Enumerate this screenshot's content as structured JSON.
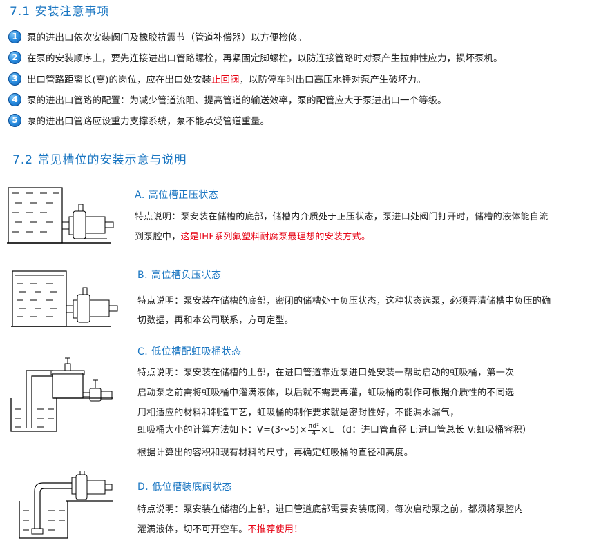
{
  "section1": {
    "title": "7.1  安装注意事项",
    "items": [
      {
        "num": "1",
        "text": "泵的进出口依次安装阀门及橡胶抗震节（管道补偿器）以方便检修。"
      },
      {
        "num": "2",
        "text": "在泵的安装顺序上，要先连接进出口管路螺栓，再紧固定脚螺栓，以防连接管路时对泵产生拉伸性应力，损坏泵机。"
      },
      {
        "num": "3",
        "pre": "出口管路距离长(高)的岗位，应在出口处安装",
        "red": "止回阀",
        "post": "，以防停车时出口高压水锤对泵产生破坏力。"
      },
      {
        "num": "4",
        "text": "泵的进出口管路的配置：为减少管道流阻、提高管道的输送效率，泵的配管应大于泵进出口一个等级。"
      },
      {
        "num": "5",
        "text": "泵的进出口管路应设重力支撑系统，泵不能承受管道重量。"
      }
    ]
  },
  "section2": {
    "title": "7.2  常见槽位的安装示意与说明",
    "a": {
      "title": "A. 高位槽正压状态",
      "line1": "特点说明：泵安装在储槽的底部，储槽内介质处于正压状态，泵进口处阀门打开时，储槽的液体能自流",
      "line2_pre": "到泵腔中，",
      "line2_red": "这是IHF系列氟塑料耐腐泵最理想的安装方式。"
    },
    "b": {
      "title": "B. 高位槽负压状态",
      "line1": "特点说明：泵安装在储槽的底部，密闭的储槽处于负压状态，这种状态选泵，必须弄清储槽中负压的确",
      "line2": "切数据，再和本公司联系，方可定型。"
    },
    "c": {
      "title": "C. 低位槽配虹吸桶状态",
      "line1": "特点说明：泵安装在储槽的上部，在进口管道靠近泵进口处安装一帮助启动的虹吸桶，第一次",
      "line2": "启动泵之前需将虹吸桶中灌满液体，以后就不需要再灌，虹吸桶的制作可根据介质性的不同选",
      "line3": "用相适应的材料和制造工艺，虹吸桶的制作要求就是密封性好，不能漏水漏气，",
      "formula_pre": "虹吸桶大小的计算方法如下：V=(3～5)×",
      "formula_num": "πd²",
      "formula_den": "4",
      "formula_post": "×L  （d：进口管直径 L:进口管总长 V:虹吸桶容积）",
      "line5": "根据计算出的容积和现有材料的尺寸，再确定虹吸桶的直径和高度。"
    },
    "d": {
      "title": "D. 低位槽装底阀状态",
      "line1": "特点说明：泵安装在储槽的上部，进口管道底部需要安装底阀，每次启动泵之前，都须将泵腔内",
      "line2_pre": "灌满液体，切不可开空车。",
      "line2_red": "不推荐使用！"
    }
  },
  "colors": {
    "accent": "#1a76c2",
    "warn": "#e60012"
  }
}
